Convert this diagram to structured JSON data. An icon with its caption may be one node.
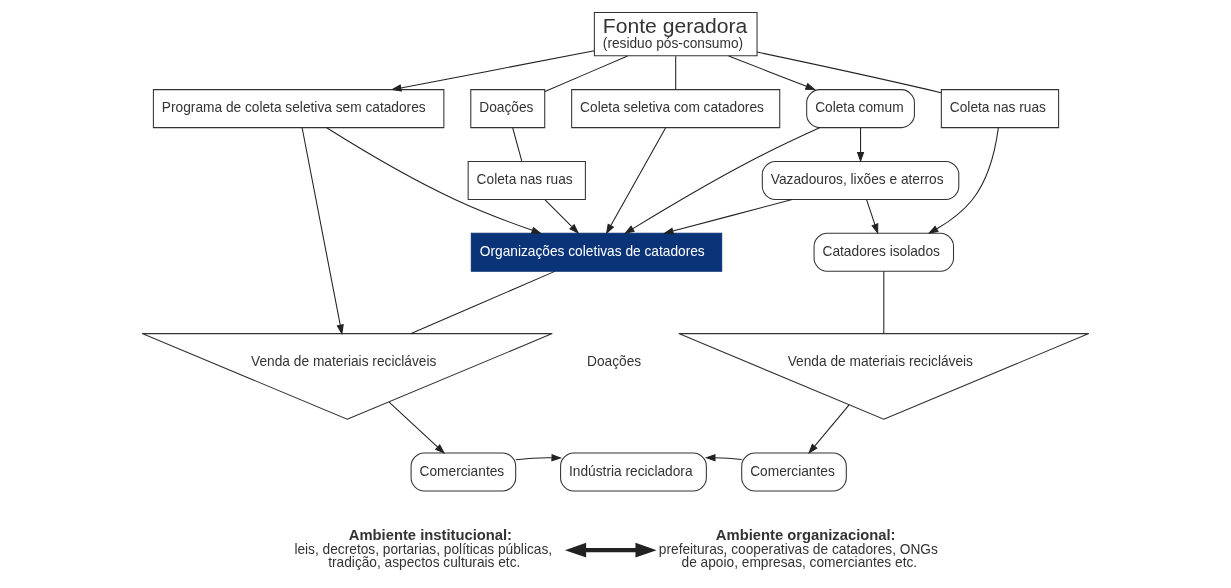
{
  "diagram": {
    "nodes": [
      {
        "text": [
          "Fonte geradora",
          "(residuo pós-consumo)"
        ]
      },
      {
        "text": [
          "Programa de coleta seletiva sem catadores"
        ]
      },
      {
        "text": [
          "Doações"
        ]
      },
      {
        "text": [
          "Coleta seletiva com catadores"
        ]
      },
      {
        "text": [
          "Coleta comum"
        ]
      },
      {
        "text": [
          "Coleta nas ruas"
        ]
      },
      {
        "text": [
          "Vazadouros, lixões e aterros"
        ]
      },
      {
        "text": [
          "Coleta nas ruas"
        ]
      },
      {
        "text": [
          "Organizações coletivas de catadores"
        ]
      },
      {
        "text": [
          "Catadores isolados"
        ]
      },
      {
        "text": [
          "Venda de materiais recicláveis"
        ]
      },
      {
        "text": [
          "Venda de materiais recicláveis"
        ]
      },
      {
        "text": [
          "Comerciantes"
        ]
      },
      {
        "text": [
          "Indústria recicladora"
        ]
      },
      {
        "text": [
          "Comerciantes"
        ]
      },
      {
        "text": [
          "Ambiente institucional:",
          "leis, decretos, portarias, políticas públicas, tradição, aspectos culturais etc."
        ]
      },
      {
        "text": [
          "Ambiente organizacional:",
          "prefeituras, cooperativas de catadores, ONGs de apoio, empresas, comerciantes etc."
        ]
      }
    ],
    "edges": [
      {
        "from": 0,
        "to": 1,
        "arrow": "to"
      },
      {
        "from": 0,
        "to": 2,
        "arrow": "none"
      },
      {
        "from": 0,
        "to": 3,
        "arrow": "none"
      },
      {
        "from": 0,
        "to": 4,
        "arrow": "to"
      },
      {
        "from": 0,
        "to": 7,
        "arrow": "none"
      },
      {
        "from": 2,
        "to": 5,
        "arrow": "none"
      },
      {
        "from": 1,
        "to": 8,
        "arrow": "to"
      },
      {
        "from": 5,
        "to": 8,
        "arrow": "to"
      },
      {
        "from": 3,
        "to": 8,
        "arrow": "to"
      },
      {
        "from": 4,
        "to": 8,
        "arrow": "to"
      },
      {
        "from": 6,
        "to": 8,
        "arrow": "to"
      },
      {
        "from": 4,
        "to": 6,
        "arrow": "to"
      },
      {
        "from": 6,
        "to": 9,
        "arrow": "to"
      },
      {
        "from": 7,
        "to": 9,
        "arrow": "to"
      },
      {
        "from": 1,
        "to": 10,
        "arrow": "to"
      },
      {
        "from": 8,
        "to": 10,
        "arrow": "none"
      },
      {
        "from": 9,
        "to": 11,
        "arrow": "none"
      },
      {
        "from": 10,
        "to": 12,
        "arrow": "to"
      },
      {
        "from": 11,
        "to": 14,
        "arrow": "to"
      },
      {
        "from": 12,
        "to": 13,
        "arrow": "to"
      },
      {
        "from": 14,
        "to": 13,
        "arrow": "to"
      },
      {
        "from": 15,
        "to": 16,
        "arrow": "both",
        "style": "thick"
      }
    ],
    "labels": [
      "Doações"
    ]
  }
}
